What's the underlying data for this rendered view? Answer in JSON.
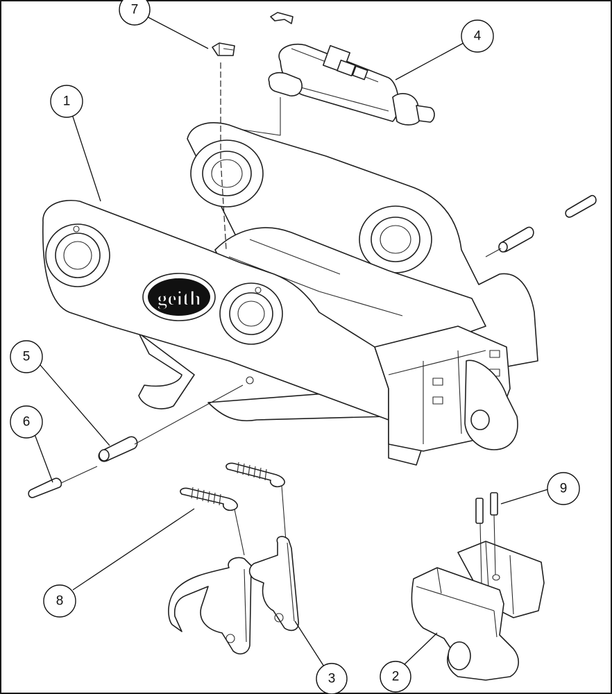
{
  "diagram": {
    "logo_text": "geith",
    "callouts": [
      {
        "id": "callout-1",
        "label": "1"
      },
      {
        "id": "callout-2",
        "label": "2"
      },
      {
        "id": "callout-3",
        "label": "3"
      },
      {
        "id": "callout-4",
        "label": "4"
      },
      {
        "id": "callout-5",
        "label": "5"
      },
      {
        "id": "callout-6",
        "label": "6"
      },
      {
        "id": "callout-7",
        "label": "7"
      },
      {
        "id": "callout-8",
        "label": "8"
      },
      {
        "id": "callout-9",
        "label": "9"
      }
    ],
    "colors": {
      "line": "#1f1f1f",
      "background": "#ffffff"
    }
  }
}
